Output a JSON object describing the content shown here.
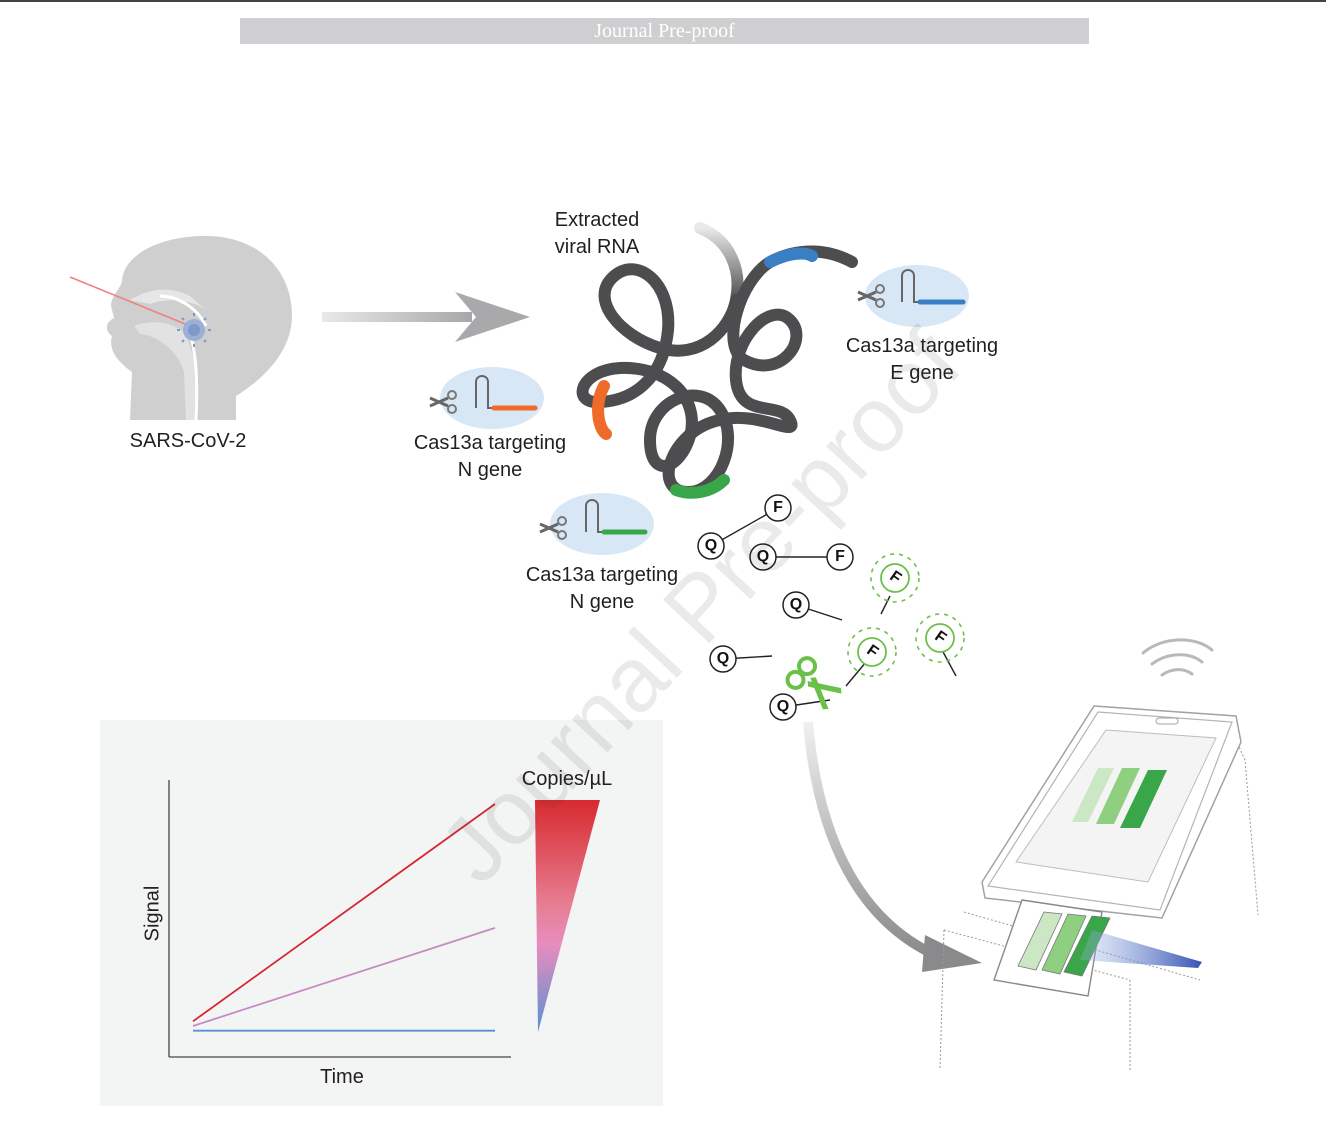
{
  "header": {
    "banner": "Journal Pre-proof"
  },
  "labels": {
    "patient": "SARS-CoV-2",
    "rna_line1": "Extracted",
    "rna_line2": "viral RNA",
    "cas_e_line1": "Cas13a targeting",
    "cas_e_line2": "E gene",
    "cas_n1_line1": "Cas13a targeting",
    "cas_n1_line2": "N gene",
    "cas_n2_line1": "Cas13a targeting",
    "cas_n2_line2": "N gene"
  },
  "reporters": {
    "quencher": "Q",
    "fluorophore": "F"
  },
  "watermark": "Journal Pre-proof",
  "colors": {
    "e_gene": "#3a7fc4",
    "n_gene_orange": "#ef6b2a",
    "n_gene_green": "#3aa64a",
    "rna": "#4d4d4f",
    "fluor": "#6cc04a",
    "arrow": "#a9a9ab"
  },
  "chart_data": {
    "type": "line",
    "xlabel": "Time",
    "ylabel": "Signal",
    "legend_title": "Copies/µL",
    "legend": "gradient triangle, high to low",
    "series": [
      {
        "color": "#d6262e",
        "x": [
          0,
          1
        ],
        "y": [
          0.05,
          0.98
        ]
      },
      {
        "color": "#c78bc3",
        "x": [
          0,
          1
        ],
        "y": [
          0.03,
          0.45
        ]
      },
      {
        "color": "#5b8fd3",
        "x": [
          0,
          1
        ],
        "y": [
          0.01,
          0.01
        ]
      }
    ],
    "grid": false
  }
}
